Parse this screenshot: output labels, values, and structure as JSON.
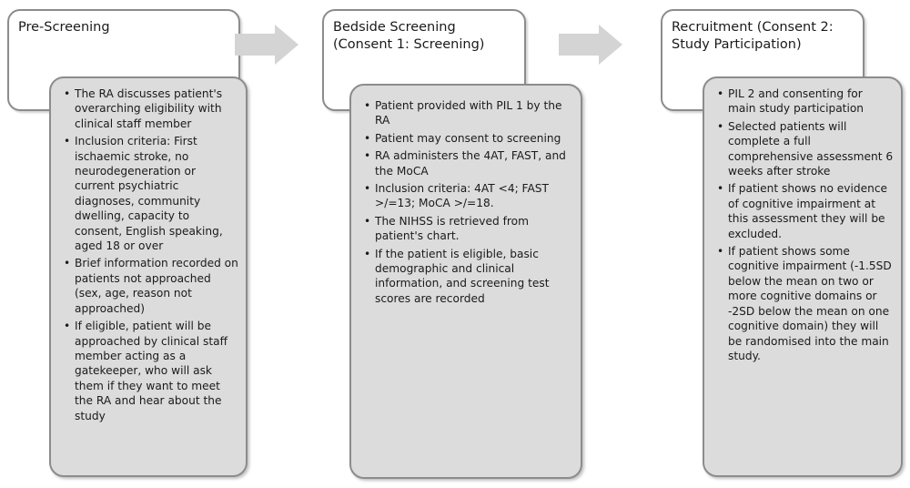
{
  "colors": {
    "stage_fill": "#ffffff",
    "detail_fill": "#dcdcdc",
    "border": "#8c8c8c",
    "arrow": "#d4d4d4"
  },
  "stages": [
    {
      "title": "Pre-Screening",
      "items": [
        "The RA discusses patient's overarching eligibility with clinical staff member",
        "Inclusion criteria: First ischaemic stroke, no neurodegeneration or current psychiatric diagnoses, community dwelling, capacity to consent, English speaking, aged 18 or over",
        "Brief information recorded on patients not approached (sex, age, reason not approached)",
        "If eligible, patient will be approached by clinical staff member acting as a gatekeeper, who will ask them if they want to meet the RA and hear about the study"
      ]
    },
    {
      "title": "Bedside Screening\n(Consent 1: Screening)",
      "items": [
        "Patient provided with PIL 1 by the RA",
        "Patient may consent to screening",
        "RA administers the 4AT, FAST, and the MoCA",
        "Inclusion criteria: 4AT <4; FAST >/=13; MoCA >/=18.",
        "The NIHSS is retrieved from patient's chart.",
        "If the patient is eligible, basic demographic and clinical information, and screening test scores are recorded"
      ]
    },
    {
      "title": "Recruitment (Consent 2:\nStudy Participation)",
      "items": [
        "PIL 2 and consenting for main study participation",
        "Selected patients will complete a full comprehensive assessment 6 weeks after stroke",
        "If patient shows no evidence of cognitive impairment at this assessment they will be excluded.",
        "If patient shows some cognitive impairment (-1.5SD below the mean on two or more cognitive domains or -2SD below the mean on one cognitive domain) they will be randomised into the main study."
      ]
    }
  ]
}
